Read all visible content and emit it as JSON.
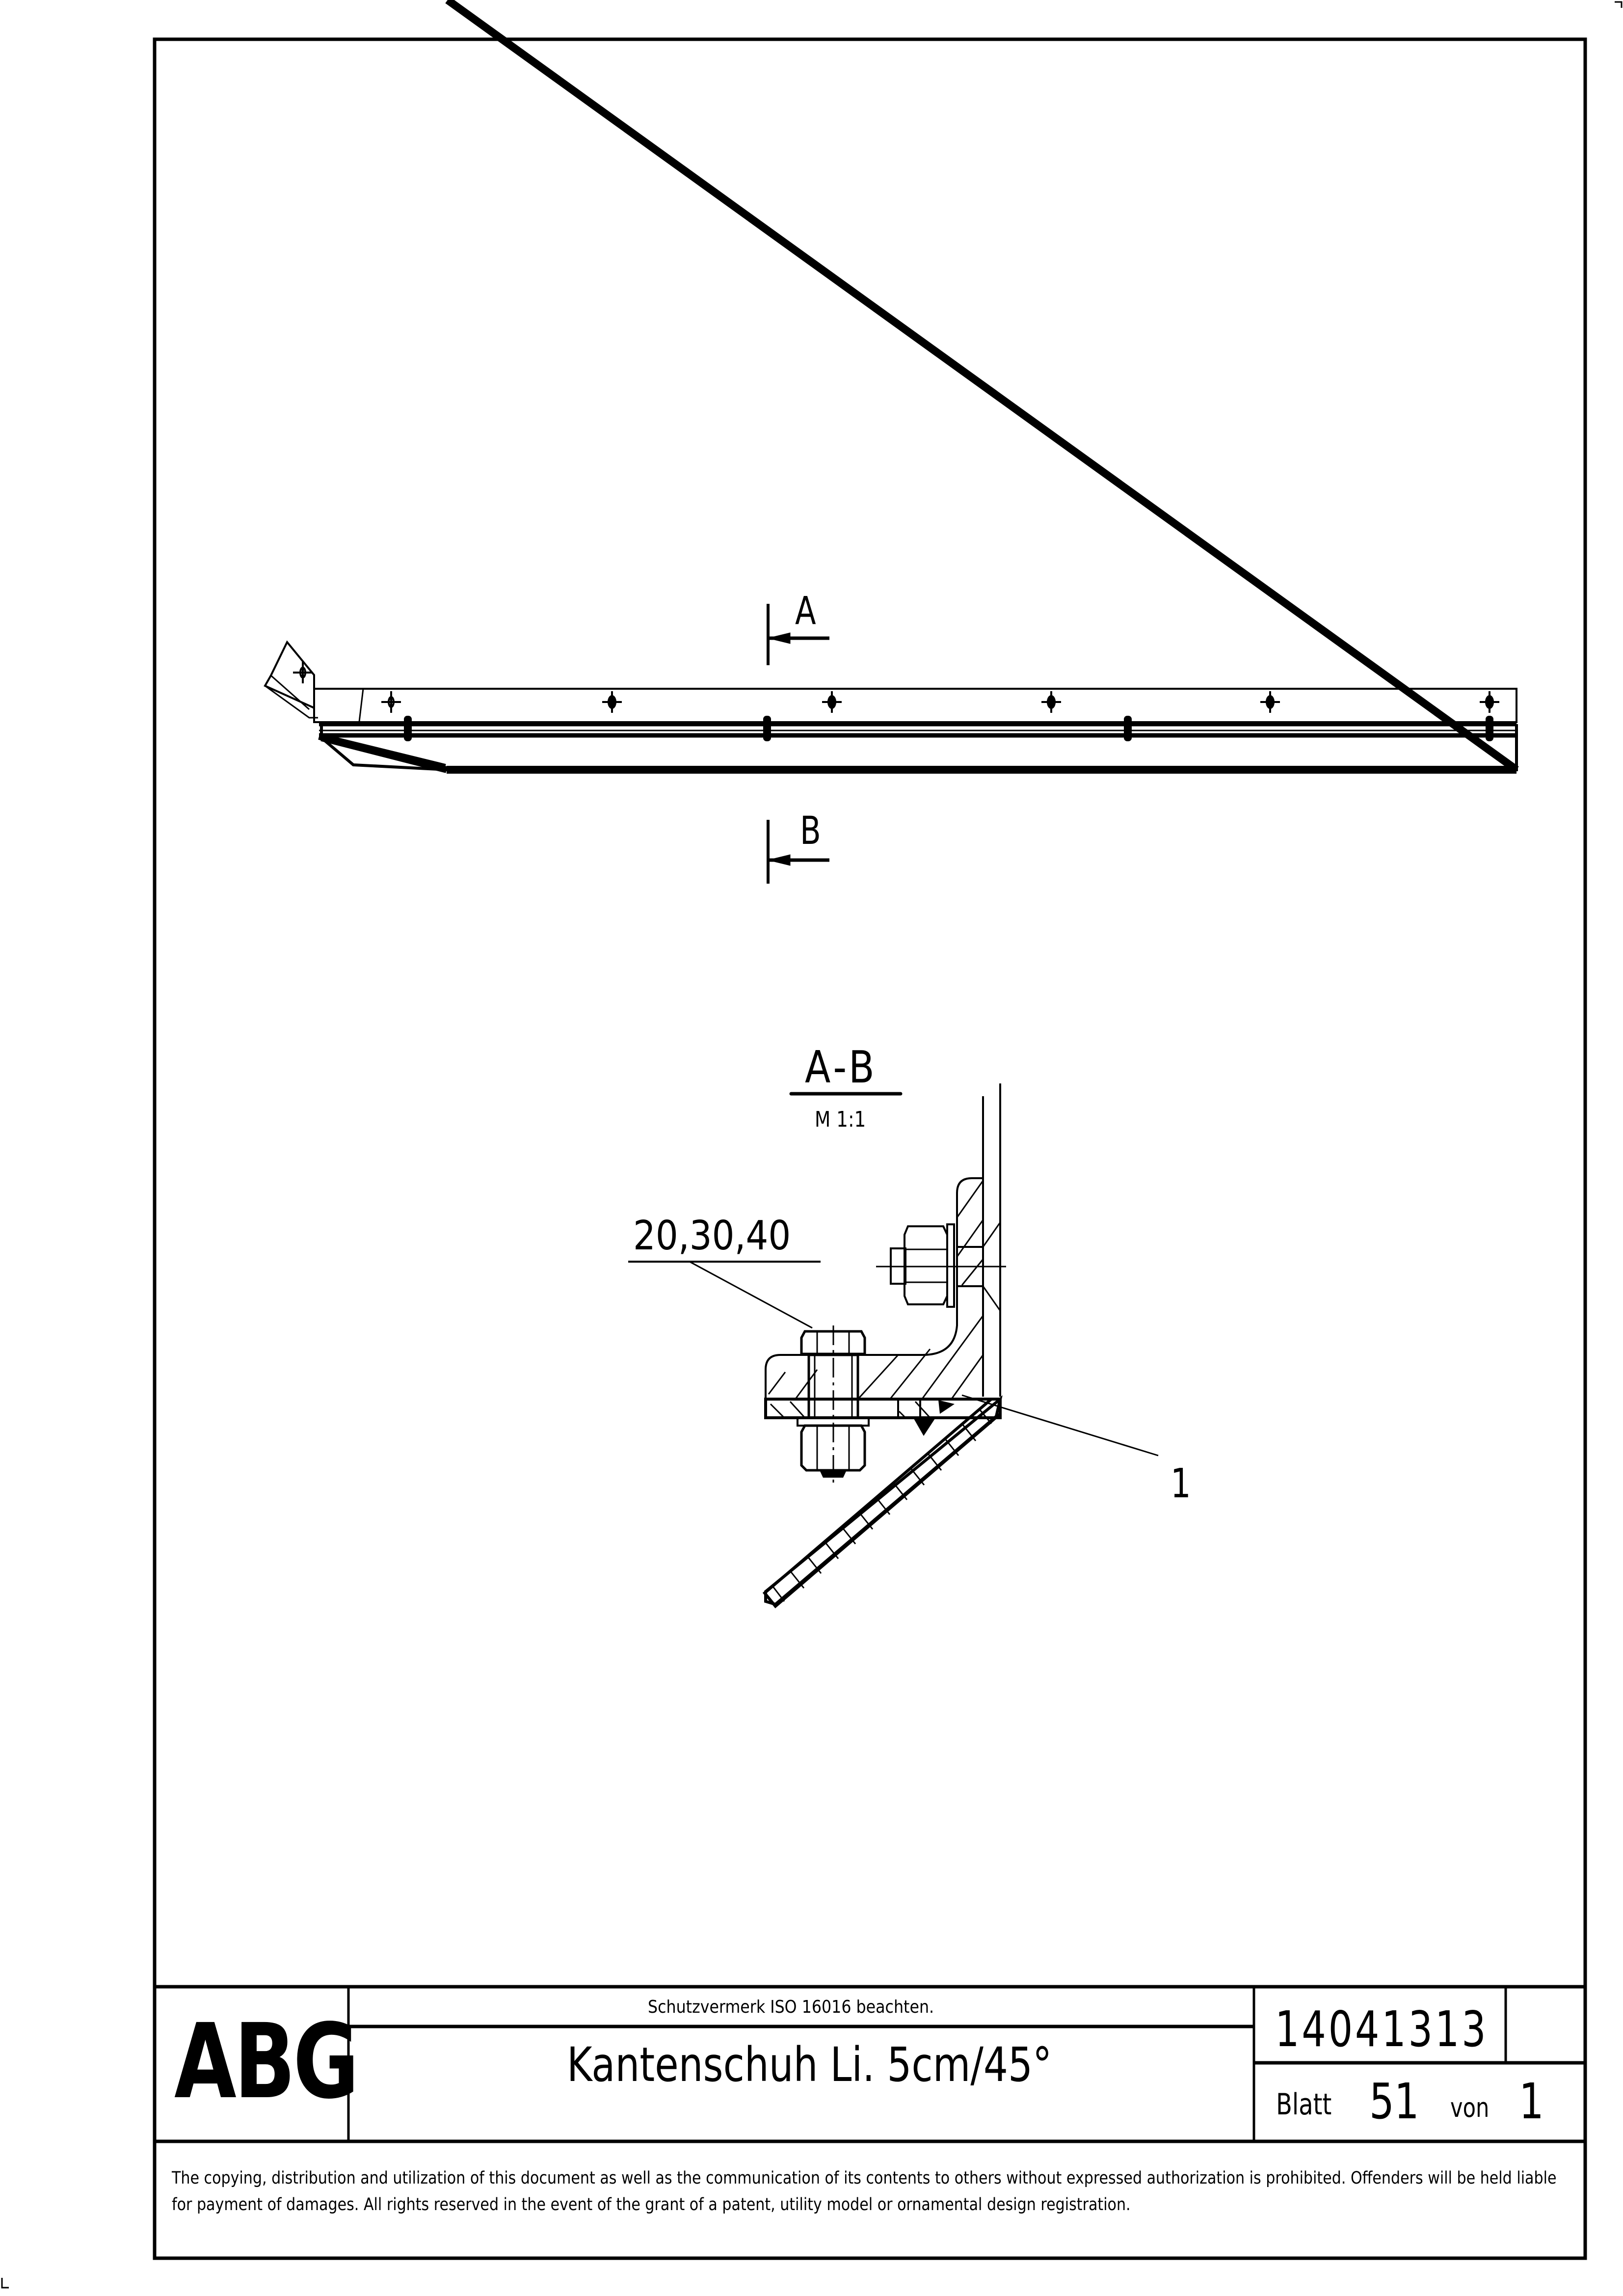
{
  "sheet": {
    "border_color": "#000000",
    "background": "#ffffff"
  },
  "elevation_view": {
    "section_marker_top": "A",
    "section_marker_bottom": "B",
    "hole_marks": 7,
    "bolts": 4
  },
  "section_view": {
    "title": "A-B",
    "scale": "M 1:1",
    "callout_bolt_positions": "20,30,40",
    "callout_item": "1"
  },
  "title_block": {
    "logo": "ABG",
    "protection_note": "Schutzvermerk ISO 16016 beachten.",
    "title": "Kantenschuh Li. 5cm/45°",
    "drawing_number": "14041313",
    "sheet_label": "Blatt",
    "sheet_number": "51",
    "of_label": "von",
    "total_sheets": "1",
    "copyright_notice": "The copying, distribution and utilization of this document as well as the communication of its contents to others without expressed authorization is prohibited. Offenders will be held liable for payment of damages. All rights reserved in the event of the grant of a patent, utility model or ornamental design registration."
  }
}
